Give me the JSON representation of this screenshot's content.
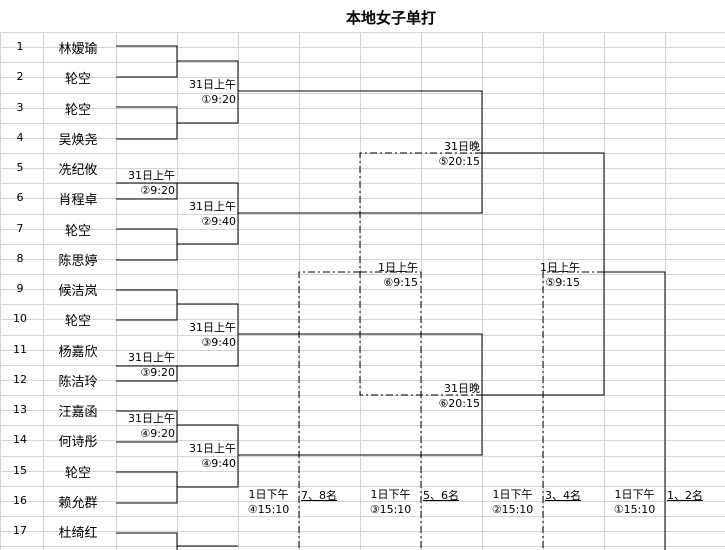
{
  "title": "本地女子单打",
  "seeds": [
    {
      "n": "1",
      "name": "林嫒瑜"
    },
    {
      "n": "2",
      "name": "轮空"
    },
    {
      "n": "3",
      "name": "轮空"
    },
    {
      "n": "4",
      "name": "吴焕尧"
    },
    {
      "n": "5",
      "name": "冼纪攸"
    },
    {
      "n": "6",
      "name": "肖程卓"
    },
    {
      "n": "7",
      "name": "轮空"
    },
    {
      "n": "8",
      "name": "陈思婷"
    },
    {
      "n": "9",
      "name": "候洁岚"
    },
    {
      "n": "10",
      "name": "轮空"
    },
    {
      "n": "11",
      "name": "杨嘉欣"
    },
    {
      "n": "12",
      "name": "陈洁玲"
    },
    {
      "n": "13",
      "name": "汪嘉函"
    },
    {
      "n": "14",
      "name": "何诗彤"
    },
    {
      "n": "15",
      "name": "轮空"
    },
    {
      "n": "16",
      "name": "赖允群"
    },
    {
      "n": "17",
      "name": "杜绮红"
    }
  ],
  "schedule": {
    "r1_2": {
      "day": "31日上午",
      "code": "②9:20"
    },
    "r1_3": {
      "day": "31日上午",
      "code": "③9:20"
    },
    "r1_4": {
      "day": "31日上午",
      "code": "④9:20"
    },
    "r2_1": {
      "day": "31日上午",
      "code": "①9:20"
    },
    "r2_2": {
      "day": "31日上午",
      "code": "②9:40"
    },
    "r2_3": {
      "day": "31日上午",
      "code": "③9:40"
    },
    "r2_4": {
      "day": "31日上午",
      "code": "④9:40"
    },
    "r3_top": {
      "day": "31日晚",
      "code": "⑤20:15"
    },
    "r3_bot": {
      "day": "31日晚",
      "code": "⑥20:15"
    },
    "cons": {
      "day": "1日上午",
      "code": "⑥9:15"
    },
    "semi": {
      "day": "1日上午",
      "code": "⑤9:15"
    }
  },
  "placements": [
    {
      "day": "1日下午",
      "code": "④15:10",
      "label": "7、8名"
    },
    {
      "day": "1日下午",
      "code": "③15:10",
      "label": "5、6名"
    },
    {
      "day": "1日下午",
      "code": "②15:10",
      "label": "3、4名"
    },
    {
      "day": "1日下午",
      "code": "①15:10",
      "label": "1、2名"
    }
  ]
}
